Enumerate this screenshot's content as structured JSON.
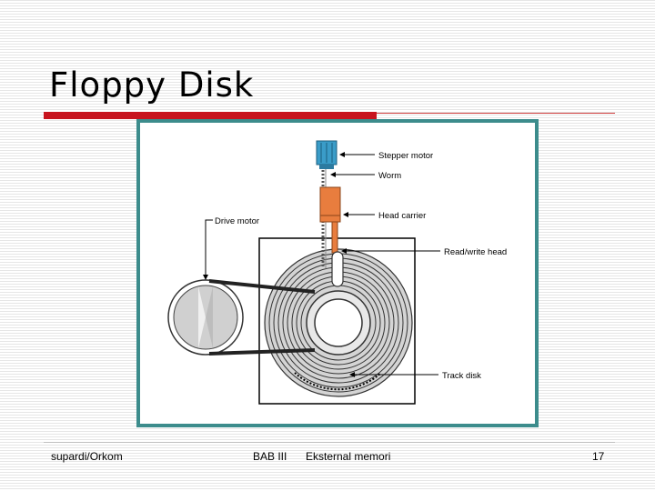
{
  "slide": {
    "title": "Floppy Disk",
    "footer_left": "supardi/Orkom",
    "footer_chapter": "BAB III",
    "footer_topic": "Eksternal memori",
    "page_number": "17"
  },
  "diagram": {
    "labels": {
      "stepper_motor": "Stepper motor",
      "worm": "Worm",
      "head_carrier": "Head carrier",
      "read_write_head": "Read/write head",
      "drive_motor": "Drive motor",
      "track_disk": "Track disk"
    }
  },
  "colors": {
    "accent_red": "#c8141e",
    "frame_teal": "#3c8c8c",
    "stepper_blue": "#3a9cc8",
    "carrier_orange": "#e87d3e"
  }
}
